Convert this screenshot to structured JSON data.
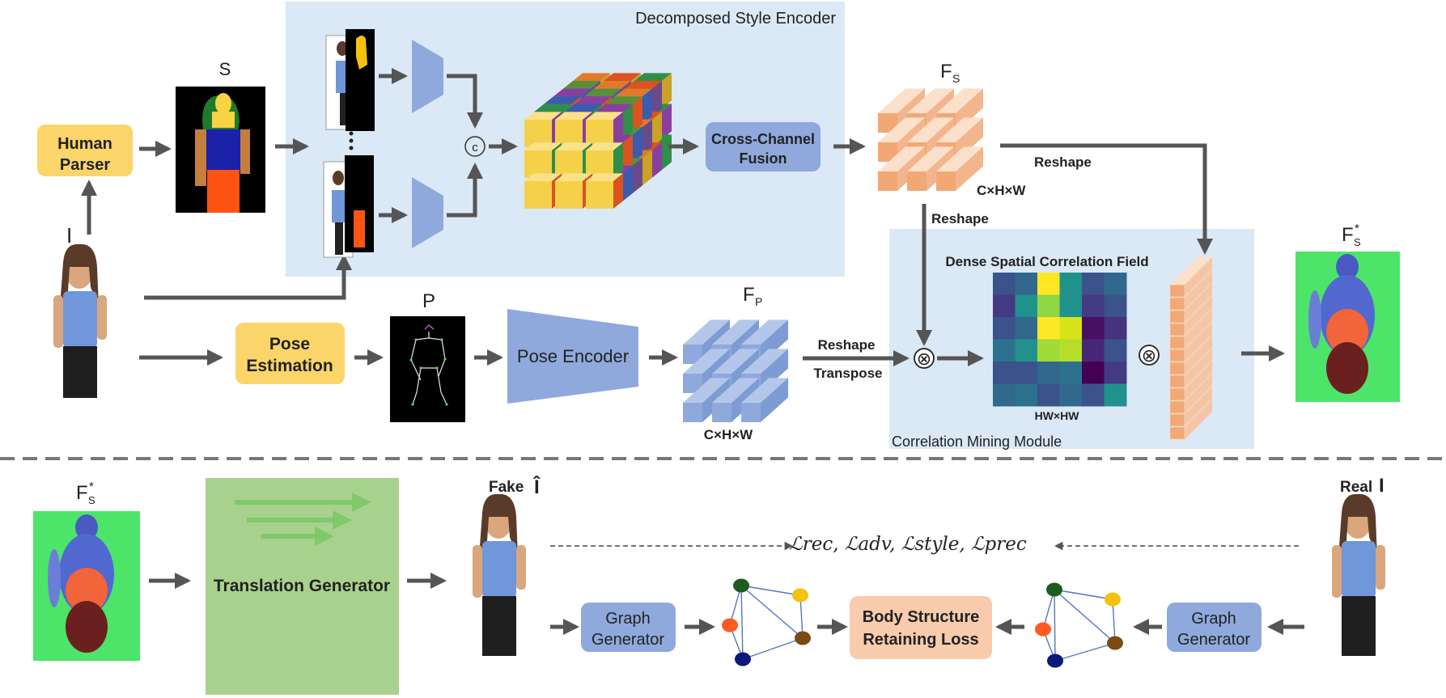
{
  "top": {
    "decomposed_style_encoder": "Decomposed Style Encoder",
    "human_parser": [
      "Human",
      "Parser"
    ],
    "s_label": "S",
    "i_label": "I",
    "concat_symbol": "c",
    "cross_channel_fusion": [
      "Cross-Channel",
      "Fusion"
    ],
    "fs_label": "F",
    "fs_sub": "S",
    "chw_top": "C×H×W",
    "reshape_right": "Reshape",
    "reshape_down": "Reshape",
    "pose_estimation": [
      "Pose",
      "Estimation"
    ],
    "p_label": "P",
    "pose_encoder": "Pose Encoder",
    "fp_label": "F",
    "fp_sub": "P",
    "chw_bottom": "C×H×W",
    "reshape_mid": "Reshape",
    "transpose": "Transpose",
    "dense_field": "Dense Spatial Correlation Field",
    "hwxhw": "HW×HW",
    "correlation_module": "Correlation Mining Module",
    "fs_star_label": "F",
    "fs_star_sub": "S",
    "star": "*",
    "otimes": "⊗"
  },
  "bottom": {
    "fs_star_label": "F",
    "fs_star_sub": "S",
    "star": "*",
    "translation_generator": "Translation Generator",
    "fake": "Fake",
    "fake_symbol": "Î",
    "real": "Real",
    "real_symbol": "I",
    "losses": "ℒrec, ℒadv, ℒstyle, ℒprec",
    "graph_generator": [
      "Graph",
      "Generator"
    ],
    "body_structure_loss": [
      "Body Structure",
      "Retaining Loss"
    ]
  },
  "colors": {
    "panel_bg": "#dbe8f6",
    "yellow_box": "#fbd569",
    "blue_box": "#8fa9dc",
    "green_gen": "#a9d18e",
    "peach_box": "#f8cbad",
    "arrow": "#555555"
  },
  "heatmap": {
    "grid": [
      [
        "#3b528b",
        "#31688e",
        "#fde725",
        "#21918c",
        "#3b528b",
        "#31688e"
      ],
      [
        "#443983",
        "#21918c",
        "#8fd744",
        "#21918c",
        "#443983",
        "#3b528b"
      ],
      [
        "#3b528b",
        "#31688e",
        "#fde725",
        "#d8e219",
        "#471063",
        "#46327e"
      ],
      [
        "#2c728e",
        "#21918c",
        "#a0da39",
        "#b5de2b",
        "#482677",
        "#3b528b"
      ],
      [
        "#3b528b",
        "#3b528b",
        "#31688e",
        "#2c728e",
        "#440154",
        "#443983"
      ],
      [
        "#31688e",
        "#2c728e",
        "#3b528b",
        "#31688e",
        "#3b528b",
        "#21918c"
      ]
    ]
  },
  "graph_nodes": {
    "colors": [
      "#1e5b1e",
      "#f4c20d",
      "#ff5a1f",
      "#7a4a12",
      "#0b1a7a"
    ]
  }
}
